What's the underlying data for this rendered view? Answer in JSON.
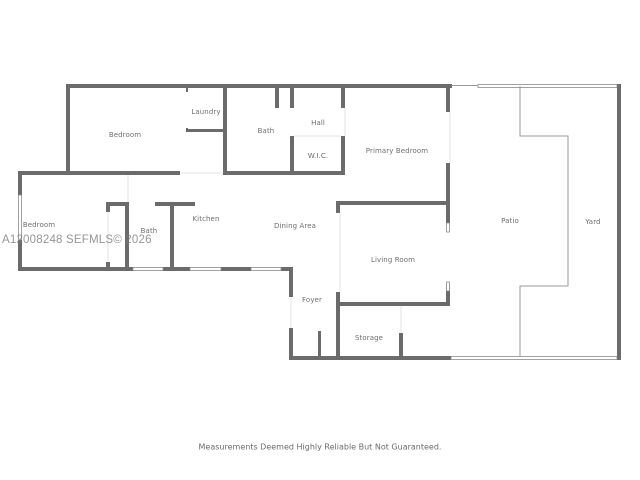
{
  "floorplan": {
    "rooms": {
      "bedroom_1": "Bedroom",
      "laundry": "Laundry",
      "bath_1": "Bath",
      "hall": "Hall",
      "wic": "W.I.C.",
      "primary_bedroom": "Primary Bedroom",
      "patio": "Patio",
      "yard": "Yard",
      "bedroom_2": "Bedroom",
      "bath_2": "Bath",
      "kitchen": "Kitchen",
      "dining_area": "Dining Area",
      "living_room": "Living Room",
      "foyer": "Foyer",
      "storage": "Storage"
    },
    "colors": {
      "wall": "#6b6b6b",
      "label": "#6e6e6e",
      "background": "#ffffff"
    }
  },
  "watermark": "A12008248  SEFMLS© 2026",
  "footer": "Measurements Deemed Highly Reliable But Not Guaranteed."
}
